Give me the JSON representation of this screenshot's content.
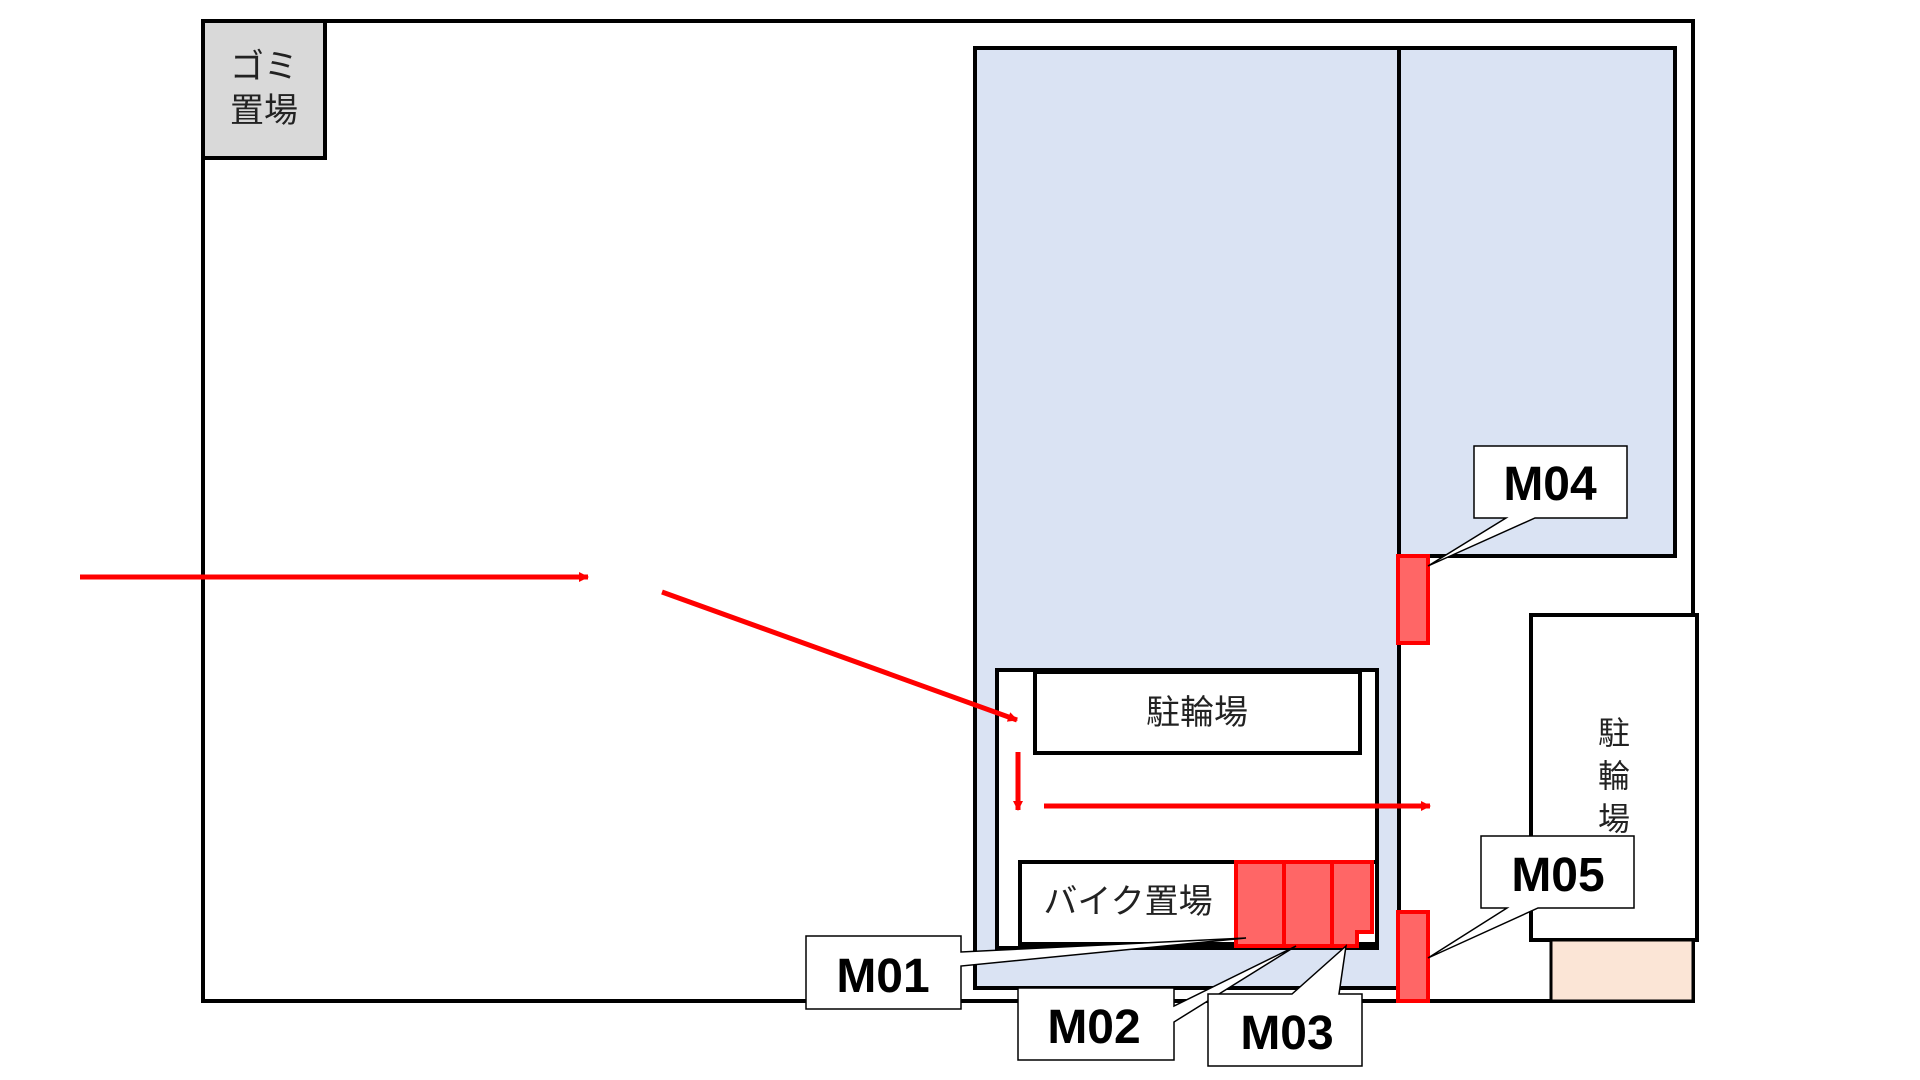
{
  "labels": {
    "garbage_line1": "ゴミ",
    "garbage_line2": "置場",
    "bicycle_parking": "駐輪場",
    "bicycle_parking_v1": "駐",
    "bicycle_parking_v2": "輪",
    "bicycle_parking_v3": "場",
    "bike_parking": "バイク置場"
  },
  "markers": {
    "m01": "M01",
    "m02": "M02",
    "m03": "M03",
    "m04": "M04",
    "m05": "M05"
  },
  "colors": {
    "building": "#dae3f3",
    "garbage": "#d9d9d9",
    "marker": "#ff6666",
    "marker_border": "#ff0000",
    "arrow": "#ff0000",
    "corner": "#fbe5d6"
  }
}
